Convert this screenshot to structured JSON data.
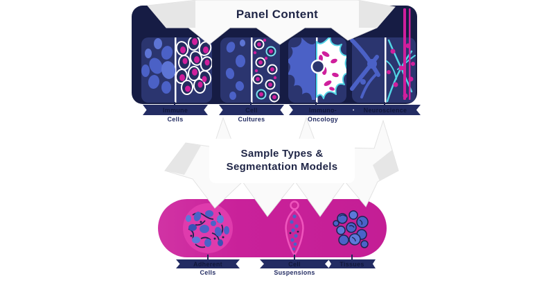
{
  "top_banner": {
    "title": "Panel Content"
  },
  "panel_section": {
    "panels": [
      {
        "label_lines": [
          "Immune",
          "Cells"
        ]
      },
      {
        "label_lines": [
          "Cell",
          "Cultures"
        ]
      },
      {
        "label_lines": [
          "Immuno-",
          "Oncology"
        ]
      },
      {
        "label_lines": [
          "Neuroscience"
        ]
      }
    ]
  },
  "sample_banner": {
    "title_lines": [
      "Sample Types &",
      "Segmentation Models"
    ]
  },
  "sample_section": {
    "samples": [
      {
        "label_lines": [
          "Adherent",
          "Cells"
        ]
      },
      {
        "label_lines": [
          "Cell",
          "Suspensions"
        ]
      },
      {
        "label_lines": [
          "Tissues"
        ]
      }
    ]
  },
  "colors": {
    "navy_strip": "#161c44",
    "slide_navy": "#2b356f",
    "cell_blue": "#4b61c6",
    "stain_magenta": "#cf1f9c",
    "stain_cyan": "#52d5e5",
    "pink_band": "#c9219a",
    "banner_text": "#1f2546"
  }
}
